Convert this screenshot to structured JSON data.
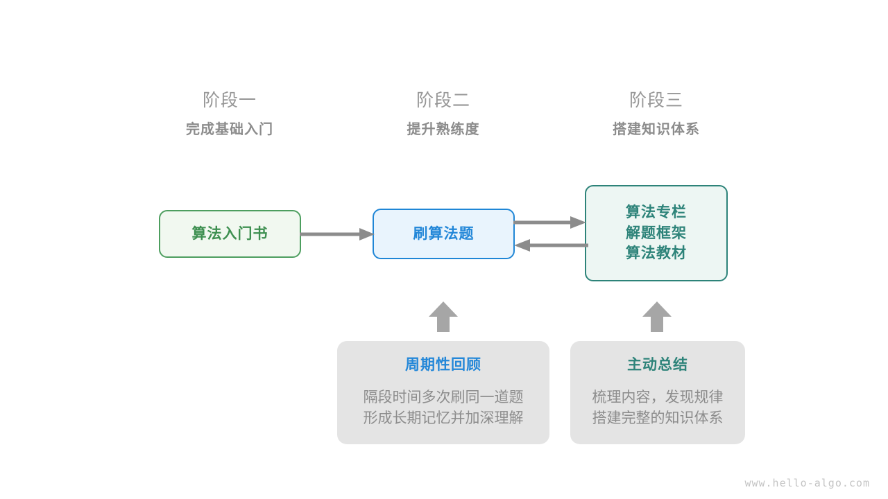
{
  "stages": [
    {
      "title": "阶段一",
      "subtitle": "完成基础入门"
    },
    {
      "title": "阶段二",
      "subtitle": "提升熟练度"
    },
    {
      "title": "阶段三",
      "subtitle": "搭建知识体系"
    }
  ],
  "nodes": {
    "book": {
      "label": "算法入门书",
      "color": "#3d8f50",
      "border": "#4d9e5f",
      "fill": "#f1f8f0"
    },
    "practice": {
      "label": "刷算法题",
      "color": "#2387d8",
      "border": "#1f86d6",
      "fill": "#e9f4fd"
    },
    "resources": {
      "line1": "算法专栏",
      "line2": "解题框架",
      "line3": "算法教材",
      "color": "#2d8379",
      "border": "#2d8379",
      "fill": "#edf6f3"
    }
  },
  "cards": [
    {
      "title": "周期性回顾",
      "title_color": "#2387d8",
      "body_line1": "隔段时间多次刷同一道题",
      "body_line2": "形成长期记忆并加深理解"
    },
    {
      "title": "主动总结",
      "title_color": "#2d8379",
      "body_line1": "梳理内容，发现规律",
      "body_line2": "搭建完整的知识体系"
    }
  ],
  "connectors": {
    "arrow_color": "#8c8c8c",
    "book_to_practice": "book-to-practice-arrow",
    "practice_to_resources": "practice-to-resources-arrow",
    "resources_to_practice": "resources-to-practice-arrow",
    "card1_up": "review-up-arrow",
    "card2_up": "summary-up-arrow"
  },
  "watermark": "www.hello-algo.com"
}
